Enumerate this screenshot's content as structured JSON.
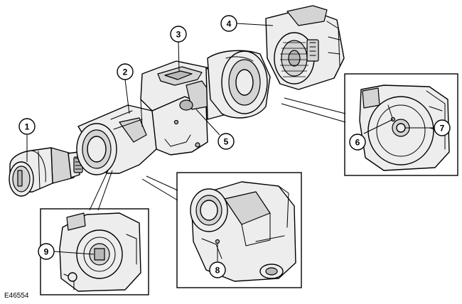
{
  "figure_id": "E46554",
  "callouts": [
    {
      "label": "1"
    },
    {
      "label": "2"
    },
    {
      "label": "3"
    },
    {
      "label": "4"
    },
    {
      "label": "5"
    },
    {
      "label": "6"
    },
    {
      "label": "7"
    },
    {
      "label": "8"
    },
    {
      "label": "9"
    }
  ]
}
